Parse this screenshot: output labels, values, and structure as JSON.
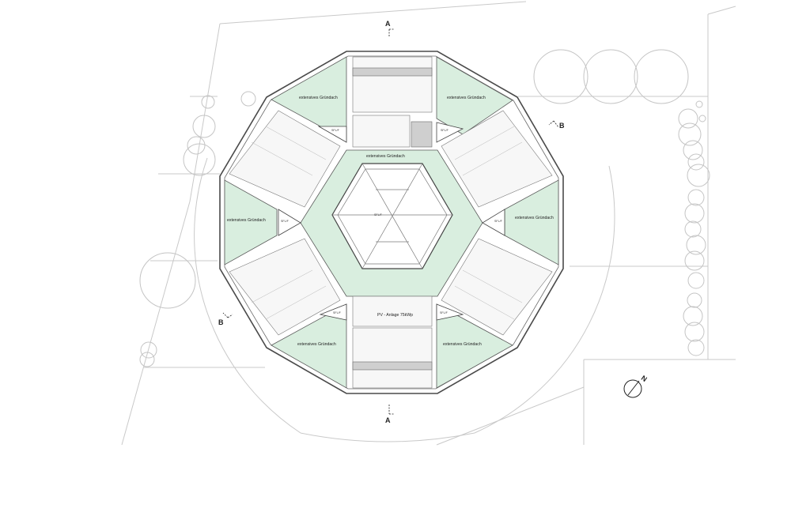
{
  "labels": {
    "green_roof": "extensives Gründach",
    "pv_system": "PV - Anlage 75kWp",
    "small_mark": "SFL/F",
    "section_a": "A",
    "section_b": "B",
    "north": "N"
  },
  "colors": {
    "green_roof": "#d9eedf",
    "site_lines": "#c9c9c9",
    "outline": "#4a4a4a",
    "gravel": "#cfcfcf"
  }
}
